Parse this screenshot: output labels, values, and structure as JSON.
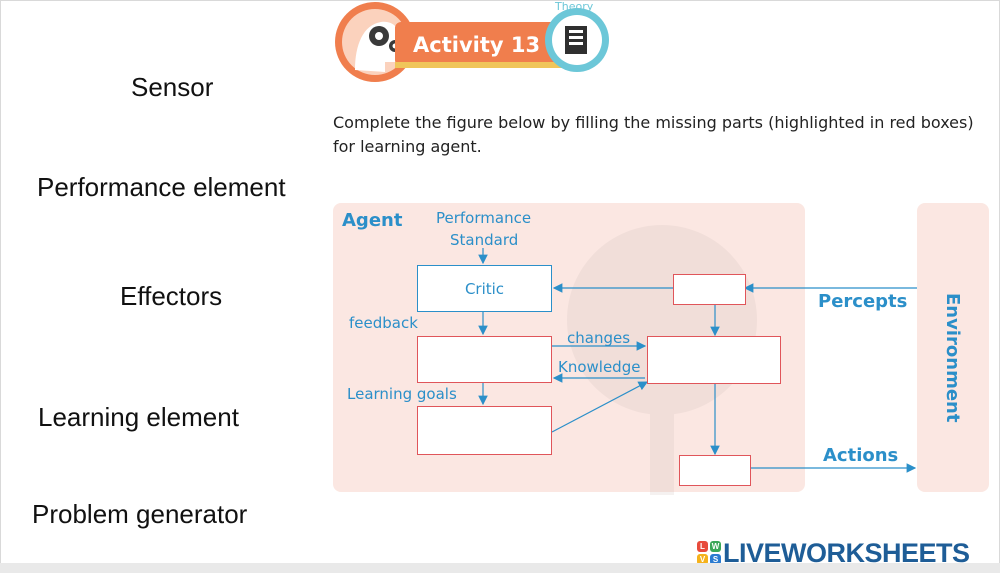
{
  "draggable_words": [
    {
      "label": "Sensor"
    },
    {
      "label": "Performance element"
    },
    {
      "label": "Effectors"
    },
    {
      "label": "Learning element"
    },
    {
      "label": "Problem generator"
    }
  ],
  "banner": {
    "title": "Activity 13",
    "tag": "Theory",
    "colors": {
      "orange": "#f07e4d",
      "teal": "#6cc7d8"
    }
  },
  "instruction": "Complete the figure below by filling the missing parts (highlighted in red boxes) for learning agent.",
  "diagram": {
    "agent_label": "Agent",
    "performance_standard_line1": "Performance",
    "performance_standard_line2": "Standard",
    "critic_label": "Critic",
    "feedback_label": "feedback",
    "changes_label": "changes",
    "knowledge_label": "Knowledge",
    "learning_goals_label": "Learning goals",
    "percepts_label": "Percepts",
    "actions_label": "Actions",
    "environment_label": "Environment",
    "colors": {
      "blue": "#2b8fc9",
      "red": "#e0555a",
      "panel": "#fbe7e2"
    }
  },
  "footer": {
    "logo_text": "LIVEWORKSHEETS",
    "logo_letters": [
      "L",
      "W",
      "V",
      "S"
    ]
  }
}
